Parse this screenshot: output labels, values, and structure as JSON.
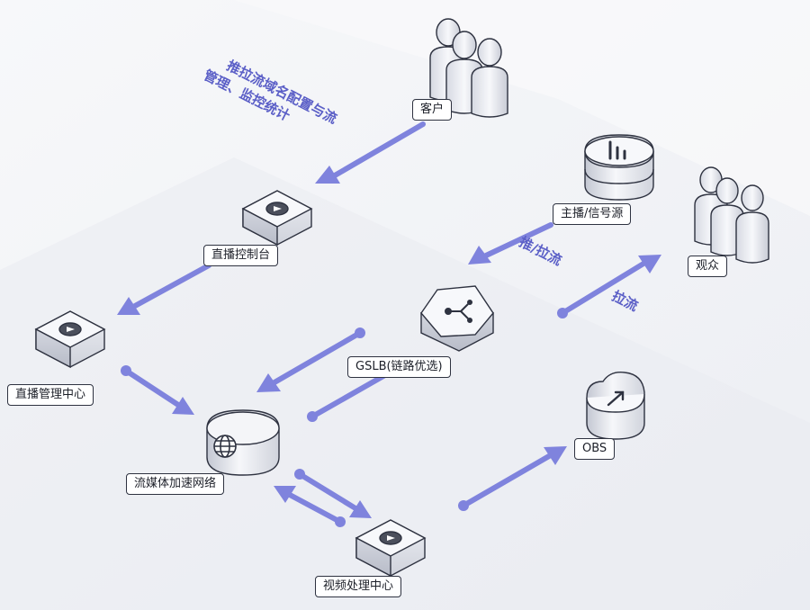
{
  "nodes": {
    "customer": "客户",
    "console": "直播控制台",
    "mgmt_center": "直播管理中心",
    "cdn": "流媒体加速网络",
    "video_proc": "视频处理中心",
    "gslb": "GSLB(链路优选)",
    "anchor": "主播/信号源",
    "audience": "观众",
    "obs": "OBS"
  },
  "flows": {
    "config_line1": "推拉流域名配置与流",
    "config_line2": "管理、监控统计",
    "push_pull": "推/拉流",
    "pull": "拉流"
  },
  "colors": {
    "arrow": "#7f83dd",
    "accent": "#5b5fc7"
  }
}
